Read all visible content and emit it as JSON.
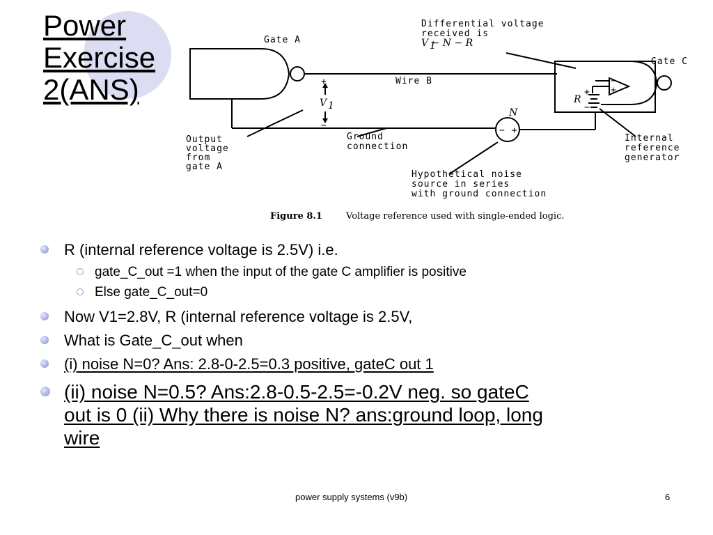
{
  "title": [
    "Power",
    "Exercise",
    "2(ANS)"
  ],
  "figure": {
    "labels": {
      "gate_a": "Gate A",
      "gate_c": "Gate C",
      "wire_b": "Wire B",
      "diff_1": "Differential voltage",
      "diff_2": "received is",
      "diff_3": "V   − N − R",
      "ground_1": "Ground",
      "ground_2": "connection",
      "out_1": "Output",
      "out_2": "voltage",
      "out_3": "from",
      "out_4": "gate A",
      "int_1": "Internal",
      "int_2": "reference",
      "int_3": "generator",
      "noise_1": "Hypothetical noise",
      "noise_2": "source in series",
      "noise_3": "with ground connection",
      "n": "N",
      "r": "R",
      "v1": "V",
      "sub1": "1",
      "plus": "+",
      "minus": "−",
      "noise_src": "− +"
    },
    "caption_label": "Figure 8.1",
    "caption_text": "Voltage reference used with single-ended logic."
  },
  "bullets": [
    {
      "level": 1,
      "text": "R (internal reference voltage is 2.5V) i.e.",
      "underline": false
    },
    {
      "level": 2,
      "text": "gate_C_out =1 when the input of the gate C amplifier is positive",
      "underline": false
    },
    {
      "level": 2,
      "text": "Else gate_C_out=0",
      "underline": false
    },
    {
      "level": 1,
      "text": "Now V1=2.8V, R (internal reference voltage is 2.5V,",
      "underline": false
    },
    {
      "level": 1,
      "text": "What is Gate_C_out when",
      "underline": false
    },
    {
      "level": 1,
      "text": "(i) noise N=0?  Ans: 2.8-0-2.5=0.3 positive, gateC out 1",
      "underline": true
    },
    {
      "level": 1,
      "lines": [
        "(ii) noise N=0.5? Ans:2.8-0.5-2.5=-0.2V neg. so gateC",
        "out is 0 (ii) Why there is noise N? ans:ground loop, long",
        "wire"
      ],
      "underline": true
    }
  ],
  "footer": {
    "center": "power supply systems (v9b)",
    "page": "6"
  },
  "colors": {
    "bullet": "#a9aee6",
    "circle": "#dcdcf2"
  }
}
